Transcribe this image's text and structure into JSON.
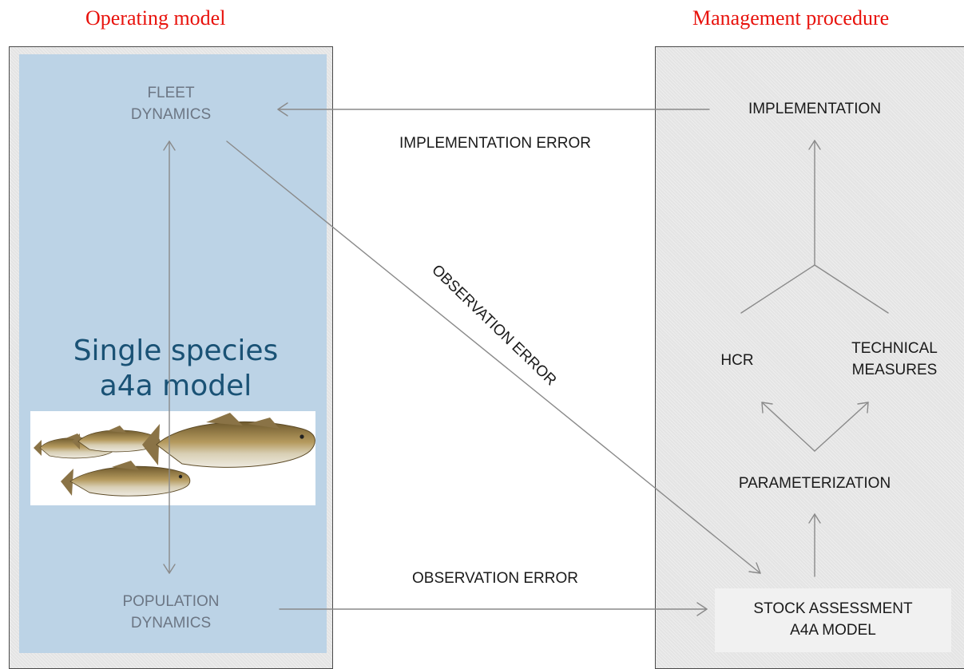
{
  "headings": {
    "operating_model": "Operating model",
    "management_procedure": "Management procedure"
  },
  "operating_model": {
    "fleet_dynamics": "FLEET\nDYNAMICS",
    "population_dynamics": "POPULATION\nDYNAMICS",
    "model_title": "Single species\na4a model"
  },
  "errors": {
    "implementation_error": "IMPLEMENTATION ERROR",
    "observation_error_diagonal": "OBSERVATION ERROR",
    "observation_error_bottom": "OBSERVATION ERROR"
  },
  "management_procedure": {
    "implementation": "IMPLEMENTATION",
    "hcr": "HCR",
    "technical_measures": "TECHNICAL\nMEASURES",
    "parameterization": "PARAMETERIZATION",
    "stock_assessment": "STOCK ASSESSMENT\nA4A MODEL"
  },
  "colors": {
    "heading": "#e8120c",
    "operating_model_fill": "#bcd3e6",
    "panel_fill": "#e4e4e4",
    "model_title": "#1a5275",
    "arrow": "#8a8a8a"
  }
}
